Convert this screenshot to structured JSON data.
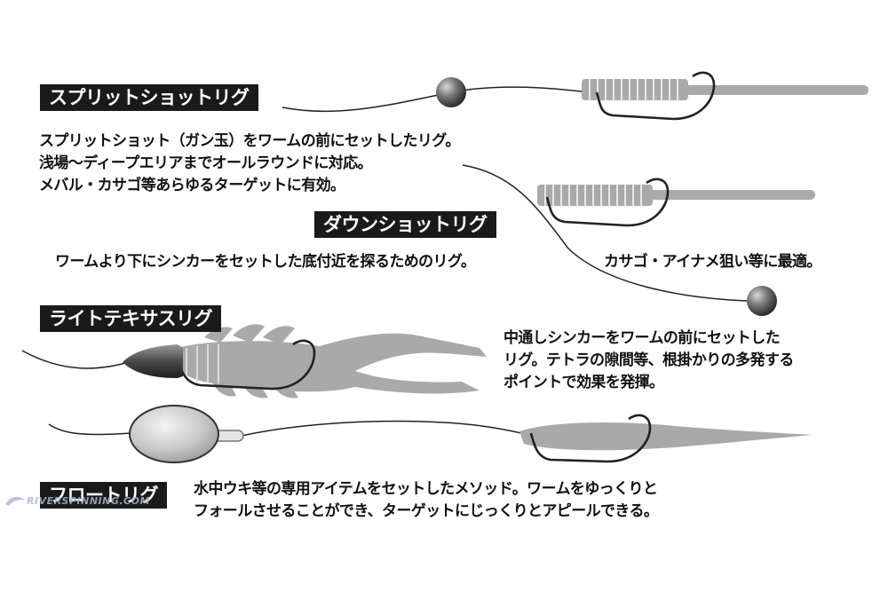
{
  "rigs": [
    {
      "title": "スプリットショットリグ",
      "lines": [
        "スプリットショット（ガン玉）をワームの前にセットしたリグ。",
        "浅場〜ディープエリアまでオールラウンドに対応。",
        "メバル・カサゴ等あらゆるターゲットに有効。"
      ]
    },
    {
      "title": "ダウンショットリグ",
      "lines": [
        "ワームより下にシンカーをセットした底付近を探るためのリグ。",
        "カサゴ・アイナメ狙い等に最適。"
      ]
    },
    {
      "title": "ライトテキサスリグ",
      "lines": [
        "中通しシンカーをワームの前にセットした",
        "リグ。テトラの隙間等、根掛かりの多発する",
        "ポイントで効果を発揮。"
      ]
    },
    {
      "title": "フロートリグ",
      "lines": [
        "水中ウキ等の専用アイテムをセットしたメソッド。ワームをゆっくりと",
        "フォールさせることができ、ターゲットにじっくりとアピールできる。"
      ]
    }
  ],
  "watermark": "RIVERSPINNING.COM",
  "icons": {
    "split_shot": "sinker-ball-icon",
    "drop_shot": "sinker-ball-icon",
    "bullet_sinker": "bullet-sinker-icon",
    "float": "float-icon",
    "hook": "hook-icon",
    "worm": "worm-icon"
  },
  "colors": {
    "tag_bg": "#1a1a1a",
    "tag_text": "#ffffff",
    "worm": "#a9a9a9",
    "line": "#222222",
    "text": "#111111"
  }
}
